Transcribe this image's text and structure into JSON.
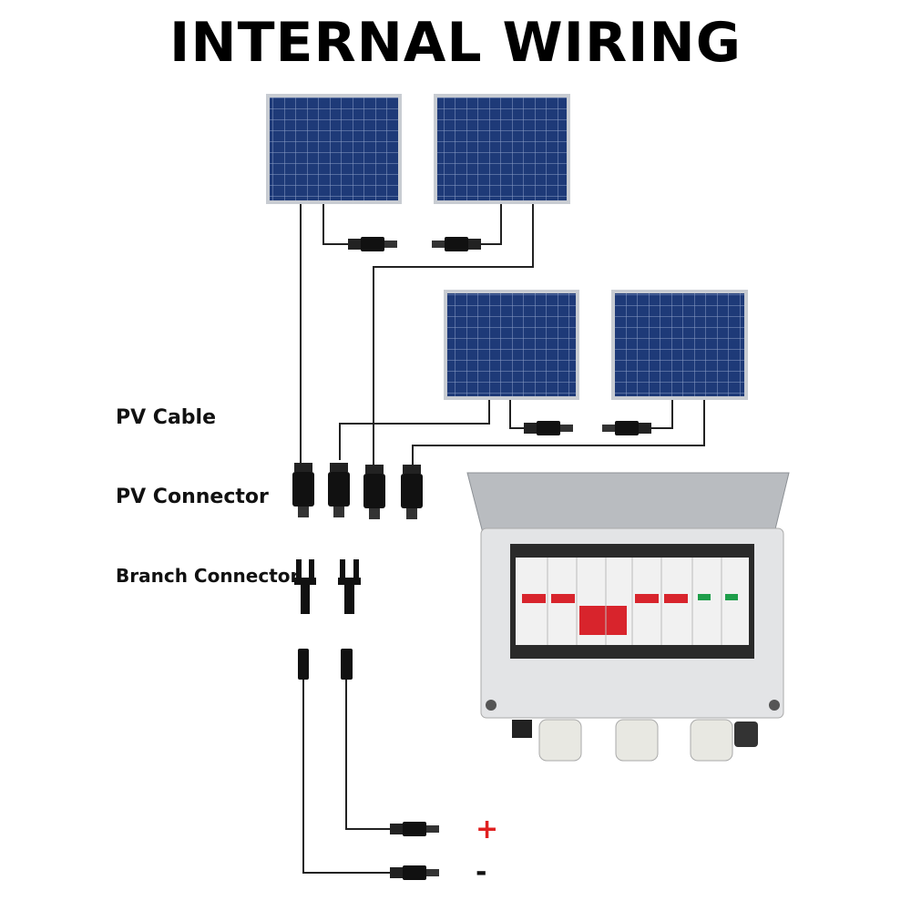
{
  "title": "INTERNAL WIRING",
  "labels": {
    "pv_cable": "PV Cable",
    "pv_connector": "PV Connector",
    "branch_connector": "Branch Connector"
  },
  "output": {
    "positive": "+",
    "negative": "-"
  },
  "colors": {
    "panel": "#1e3a78",
    "panel_frame": "#c8ccd2",
    "wire": "#222222",
    "positive": "#e02020",
    "negative": "#111111",
    "breaker_handle": "#d8242c"
  }
}
